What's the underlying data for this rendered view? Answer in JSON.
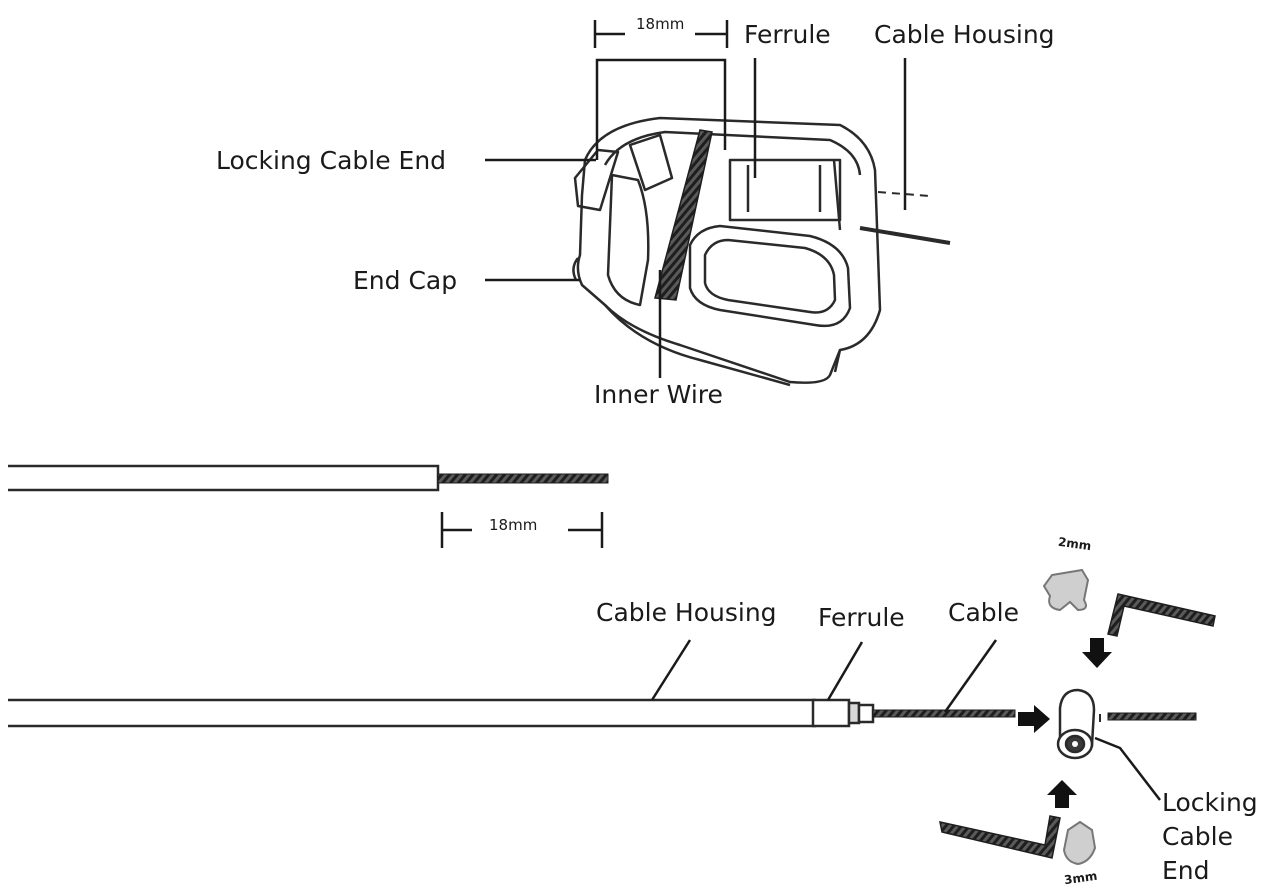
{
  "top_diagram": {
    "dimension": "18mm",
    "labels": {
      "ferrule": "Ferrule",
      "cable_housing": "Cable Housing",
      "locking_cable_end": "Locking Cable End",
      "end_cap": "End Cap",
      "inner_wire": "Inner Wire"
    }
  },
  "strip_diagram": {
    "dimension": "18mm"
  },
  "assembly_diagram": {
    "labels": {
      "cable_housing": "Cable Housing",
      "ferrule": "Ferrule",
      "cable": "Cable",
      "locking_line1": "Locking",
      "locking_line2": "Cable",
      "locking_line3": "End"
    },
    "hex_key_small": "2mm",
    "hex_key_large": "3mm"
  }
}
